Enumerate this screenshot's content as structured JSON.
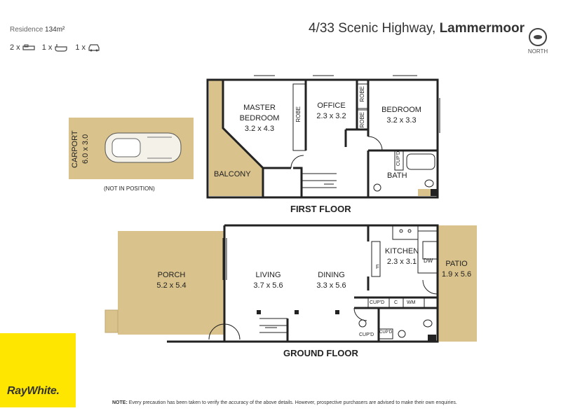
{
  "header": {
    "residence_label": "Residence",
    "residence_area": "134m²",
    "bedrooms": "2 x",
    "bathrooms": "1 x",
    "carspaces": "1 x",
    "address": "4/33 Scenic Highway,",
    "suburb": "Lammermoor",
    "north_label": "NORTH"
  },
  "first_floor": {
    "label": "FIRST FLOOR",
    "master_bedroom": "MASTER BEDROOM",
    "master_bedroom_size": "3.2 x 4.3",
    "robe1": "ROBE",
    "office": "OFFICE",
    "office_size": "2.3 x 3.2",
    "robe2": "ROBE",
    "robe3": "ROBE",
    "bedroom": "BEDROOM",
    "bedroom_size": "3.2 x 3.3",
    "cupd": "CUP'D",
    "bath": "BATH",
    "balcony": "BALCONY"
  },
  "carport": {
    "label": "CARPORT",
    "size": "6.0 x 3.0",
    "note": "(NOT IN POSITION)"
  },
  "ground_floor": {
    "label": "GROUND FLOOR",
    "porch": "PORCH",
    "porch_size": "5.2 x 5.4",
    "living": "LIVING",
    "living_size": "3.7 x 5.6",
    "dining": "DINING",
    "dining_size": "3.3 x 5.6",
    "kitchen": "KITCHEN",
    "kitchen_size": "2.3 x 3.1",
    "fridge": "F",
    "dw": "DW",
    "patio": "PATIO",
    "patio_size": "1.9 x 5.6",
    "cupd1": "CUP'D",
    "c": "C",
    "wm": "WM",
    "cupd2": "CUP'D",
    "cupd3": "CUP'D"
  },
  "footer": {
    "brand": "RayWhite.",
    "note_bold": "NOTE:",
    "note_text": " Every precaution has been taken to verify the accuracy of the above details. However, prospective purchasers are advised to make their own enquiries."
  },
  "colors": {
    "outdoor": "#d9c28b",
    "wall": "#222222",
    "brand": "#ffe600"
  }
}
